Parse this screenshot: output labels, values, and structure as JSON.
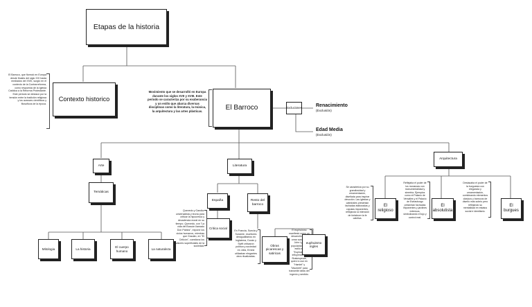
{
  "root": {
    "label": "Etapas de la historia"
  },
  "contexto": {
    "label": "Contexto historico",
    "note": "El Barroco, que floreció en Europa desde finales del siglo XVI hasta mediados del XVIII, surgió en el contexto de la Contrarreforma, como respuesta de la Iglesia Católica a la Reforma Protestante. Este periodo se destacó por la tensión entre la tradición religiosa y los avances científicos y filosóficos de la época."
  },
  "barroco": {
    "label": "El Barroco",
    "note": "Movimiento que se desarrolló en Europa durante los siglos XVII y XVIII. Este periodo se caracteriza por su exuberancia y un estilo que abarca diversas disciplinas como la literatura, la música, la arquitectura y las artes plásticas."
  },
  "excluciones": {
    "label": "Excluciones",
    "items": [
      {
        "title": "Renacimiento",
        "sub": "(Exclusión)"
      },
      {
        "title": "Edad Media",
        "sub": "(Exclusión)"
      }
    ]
  },
  "arte": {
    "label": "Arte",
    "tematicas": "Temáticas",
    "items": [
      "Mitologia",
      "La historia",
      "El cuerpo humano",
      "La naturaleza"
    ]
  },
  "literatura": {
    "label": "Literatura",
    "espana": "España",
    "critica": "Critica social",
    "espana_note": "Quevedo y Gandia: universalista y teoría para criticar la hipocresía y decadencia moral en su tiempo. Quevedo, con \"La vida del Buscón llamado Don Pablos\", expone los vicios humanos, mientras que Gracián, en \"El Criticón\", cuestiona los valores superficiales de la sociedad.",
    "resto": "Resto del barroco",
    "resto_note": "En Francia, Suecia y Suramie, escritores desigualitarios en Inglaterra, Durán y Swift criticaron política y sociedad en Jolla, Ernesl utilizaban elegantes obra ritualizadas.",
    "obras": "Obras picarescas y satiricas",
    "obras_note": "El euphuismo manifestó como un desarrollo para crear sonetos. John Lyly popularizó este estilo en \"Euphues\", influyendo en Shakespeare, quien lo usó en \"Hamlet\" y \"Macbeth\" para transmitir ideas del ingenio y sentido.",
    "euph": "euphuismo ingles"
  },
  "arquitectura": {
    "label": "Arquitectura",
    "items": [
      {
        "label": "El religioso",
        "note": "Se caracteriza por su grandiosidad y ornamentación, diseñada para inspirar devoción. Las iglesias y catedrales presentan fachadas elaboradas y cúpulas imponentes, reflejando la intención de fortalecer la fe católica."
      },
      {
        "label": "El absolutista",
        "note": "Reflejaba el poder de los monarcas con monumentalidad y simetría. Ejemplos como el Palacio de Versalles y el Palacio de Estrasburgo presentan fachadas imponentes y jardines extensos, simbolizando el lujo y control real."
      },
      {
        "label": "El burgues",
        "note": "Destacaba el poder de la burguesía con elegancia y ornamentación, combinando elementos clásicos y barrocos de diseño más sobrio pero reflejando su mentalidad en estatus social e identitario."
      }
    ]
  }
}
